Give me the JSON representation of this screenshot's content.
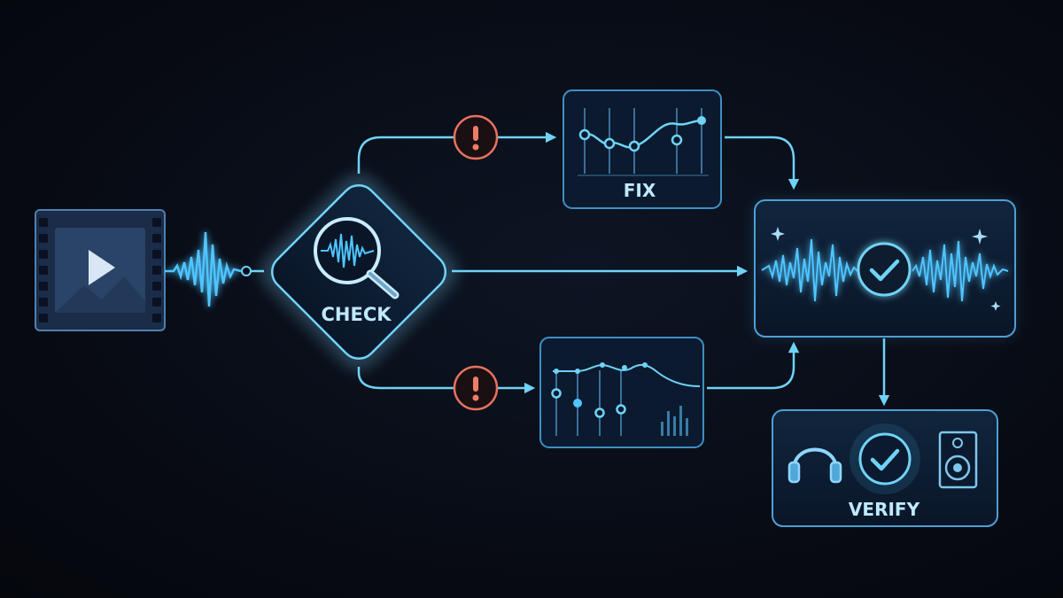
{
  "labels": {
    "check": "CHECK",
    "fix": "FIX",
    "verify": "VERIFY"
  },
  "icons": {
    "source": "video-film-icon",
    "detect": "magnifier-waveform-icon",
    "alert": "exclamation-icon",
    "fix": "equalizer-curve-icon",
    "verified": "checkmark-icon",
    "headphones": "headphones-icon",
    "speaker": "speaker-icon"
  },
  "colors": {
    "background": "#070a12",
    "accent": "#6fd3f7",
    "panel": "#0b1a2e",
    "alert": "#e8735e",
    "text": "#bfe9ff"
  }
}
